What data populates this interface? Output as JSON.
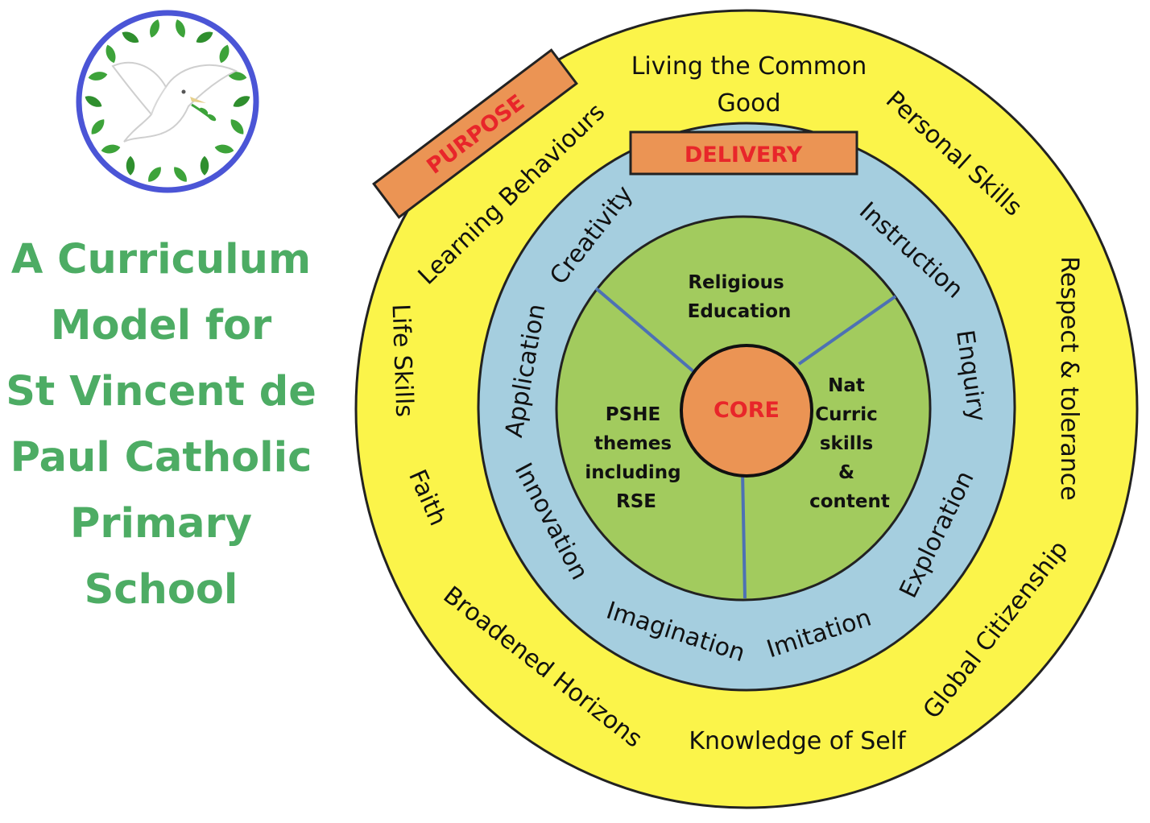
{
  "title_lines": [
    "A Curriculum",
    "Model for",
    "St Vincent de",
    "Paul Catholic",
    "Primary",
    "School"
  ],
  "banners": {
    "purpose": "PURPOSE",
    "delivery": "DELIVERY",
    "core": "CORE"
  },
  "outer_ring": {
    "living_common_good_line1": "Living the Common",
    "living_common_good_line2": "Good",
    "personal_skills": "Personal Skills",
    "respect_tolerance": "Respect & tolerance",
    "global_citizenship": "Global Citizenship",
    "knowledge_of_self": "Knowledge of Self",
    "broadened_horizons": "Broadened Horizons",
    "faith": "Faith",
    "life_skills": "Life Skills",
    "learning_behaviours": "Learning Behaviours"
  },
  "middle_ring": {
    "creativity": "Creativity",
    "instruction": "Instruction",
    "enquiry": "Enquiry",
    "exploration": "Exploration",
    "imitation": "Imitation",
    "imagination": "Imagination",
    "innovation": "Innovation",
    "application": "Application"
  },
  "core_segments": {
    "religious_education": [
      "Religious",
      "Education"
    ],
    "nat_curric": [
      "Nat",
      "Curric",
      "skills",
      "&",
      "content"
    ],
    "pshe": [
      "PSHE",
      "themes",
      "including",
      "RSE"
    ]
  },
  "colors": {
    "title_green": "#4dac64",
    "outer_yellow": "#fbf44a",
    "middle_blue": "#a5cedf",
    "inner_green": "#a2cb5e",
    "banner_orange": "#eb9454",
    "banner_text_red": "#e8262a",
    "divider_blue": "#4d71b4",
    "logo_ring_blue": "#4b55d6",
    "leaf_green": "#3da33a"
  },
  "logo_icon": "dove-with-olive-branch-wreath"
}
